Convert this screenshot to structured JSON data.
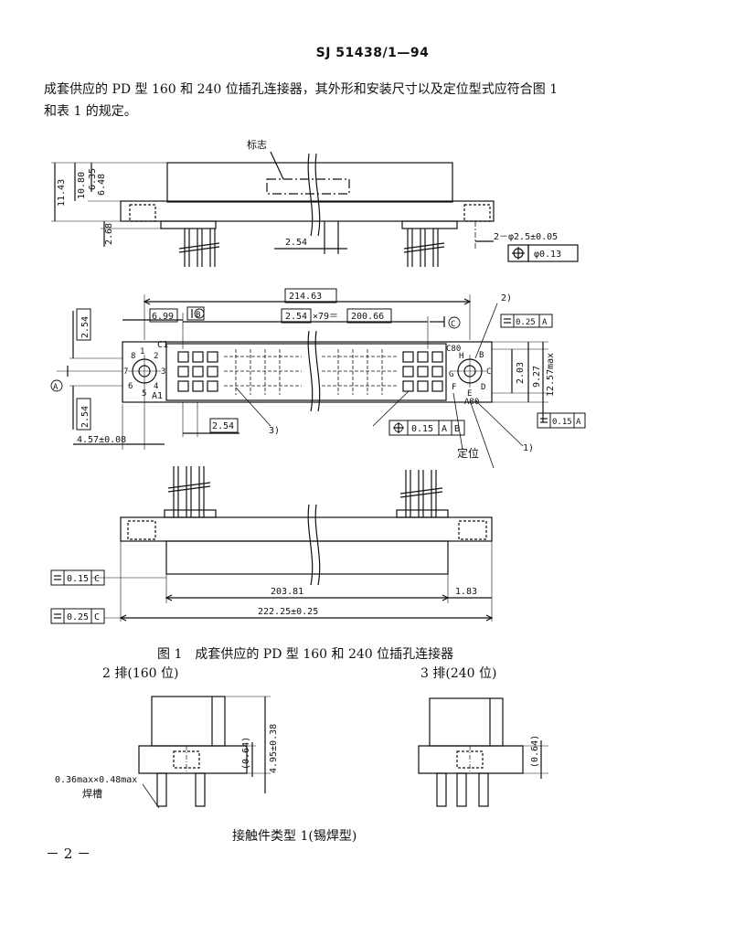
{
  "header": {
    "standard_no": "SJ 51438/1—94"
  },
  "intro": {
    "line1": "成套供应的 PD 型 160 和 240 位插孔连接器，其外形和安装尺寸以及定位型式应符合图 1",
    "line2": "和表 1 的规定。"
  },
  "fig1": {
    "side_view": {
      "marking_label": "标志",
      "dims": {
        "d_11_43": "11.43",
        "d_10_80": "10.80",
        "d_6_35": "6.35",
        "d_6_48": "6.48",
        "d_2_68": "2.68",
        "d_2_54": "2.54"
      },
      "hole_callout": "2－φ2.5±0.05",
      "position_tol": "φ0.13"
    },
    "top_view": {
      "dims": {
        "d_214_63": "214.63",
        "d_6_99": "6.99",
        "d_2_54x79": "2.54",
        "times79": "×79＝",
        "d_200_66": "200.66",
        "d_2_54_v1": "2.54",
        "d_2_54_v2": "2.54",
        "d_4_57": "4.57±0.08",
        "d_2_54_b": "2.54",
        "d_2_03": "2.03",
        "d_9_27": "9.27",
        "d_12_57": "12.57max"
      },
      "datum_a": "A",
      "datum_b": "B",
      "datum_c": "C",
      "parallel_tol_025": "0.25",
      "parallel_tol_015": "0.15",
      "pos_tol_015": "0.15",
      "pos_ref_a": "A",
      "pos_ref_b": "B",
      "note1": "1)",
      "note2": "2)",
      "note3": "3)",
      "locate_label": "定位",
      "left_key": {
        "c1": "C1",
        "a1": "A1",
        "n1": "1",
        "n2": "2",
        "n3": "3",
        "n4": "4",
        "n5": "5",
        "n6": "6",
        "n7": "7",
        "n8": "8"
      },
      "right_key": {
        "c80": "C80",
        "a80": "A80",
        "b": "B",
        "c": "C",
        "d": "D",
        "e": "E",
        "f": "F",
        "g": "G",
        "h": "H"
      }
    },
    "bottom_view": {
      "dims": {
        "d_203_81": "203.81",
        "d_1_83": "1.83",
        "d_222_25": "222.25±0.25"
      },
      "tol_015": "0.15",
      "tol_025": "0.25",
      "ref_c": "C"
    },
    "caption": "图 1　成套供应的 PD 型 160 和 240 位插孔连接器"
  },
  "contact_type": {
    "two_row": {
      "label": "2 排(160 位)",
      "d_064": "(0.64)",
      "d_495": "4.95±0.38",
      "slot_dim": "0.36max×0.48max",
      "slot_label": "焊槽"
    },
    "three_row": {
      "label": "3 排(240 位)",
      "d_064": "(0.64)"
    },
    "caption": "接触件类型 1(锡焊型)"
  },
  "page_number": "－ 2 －"
}
